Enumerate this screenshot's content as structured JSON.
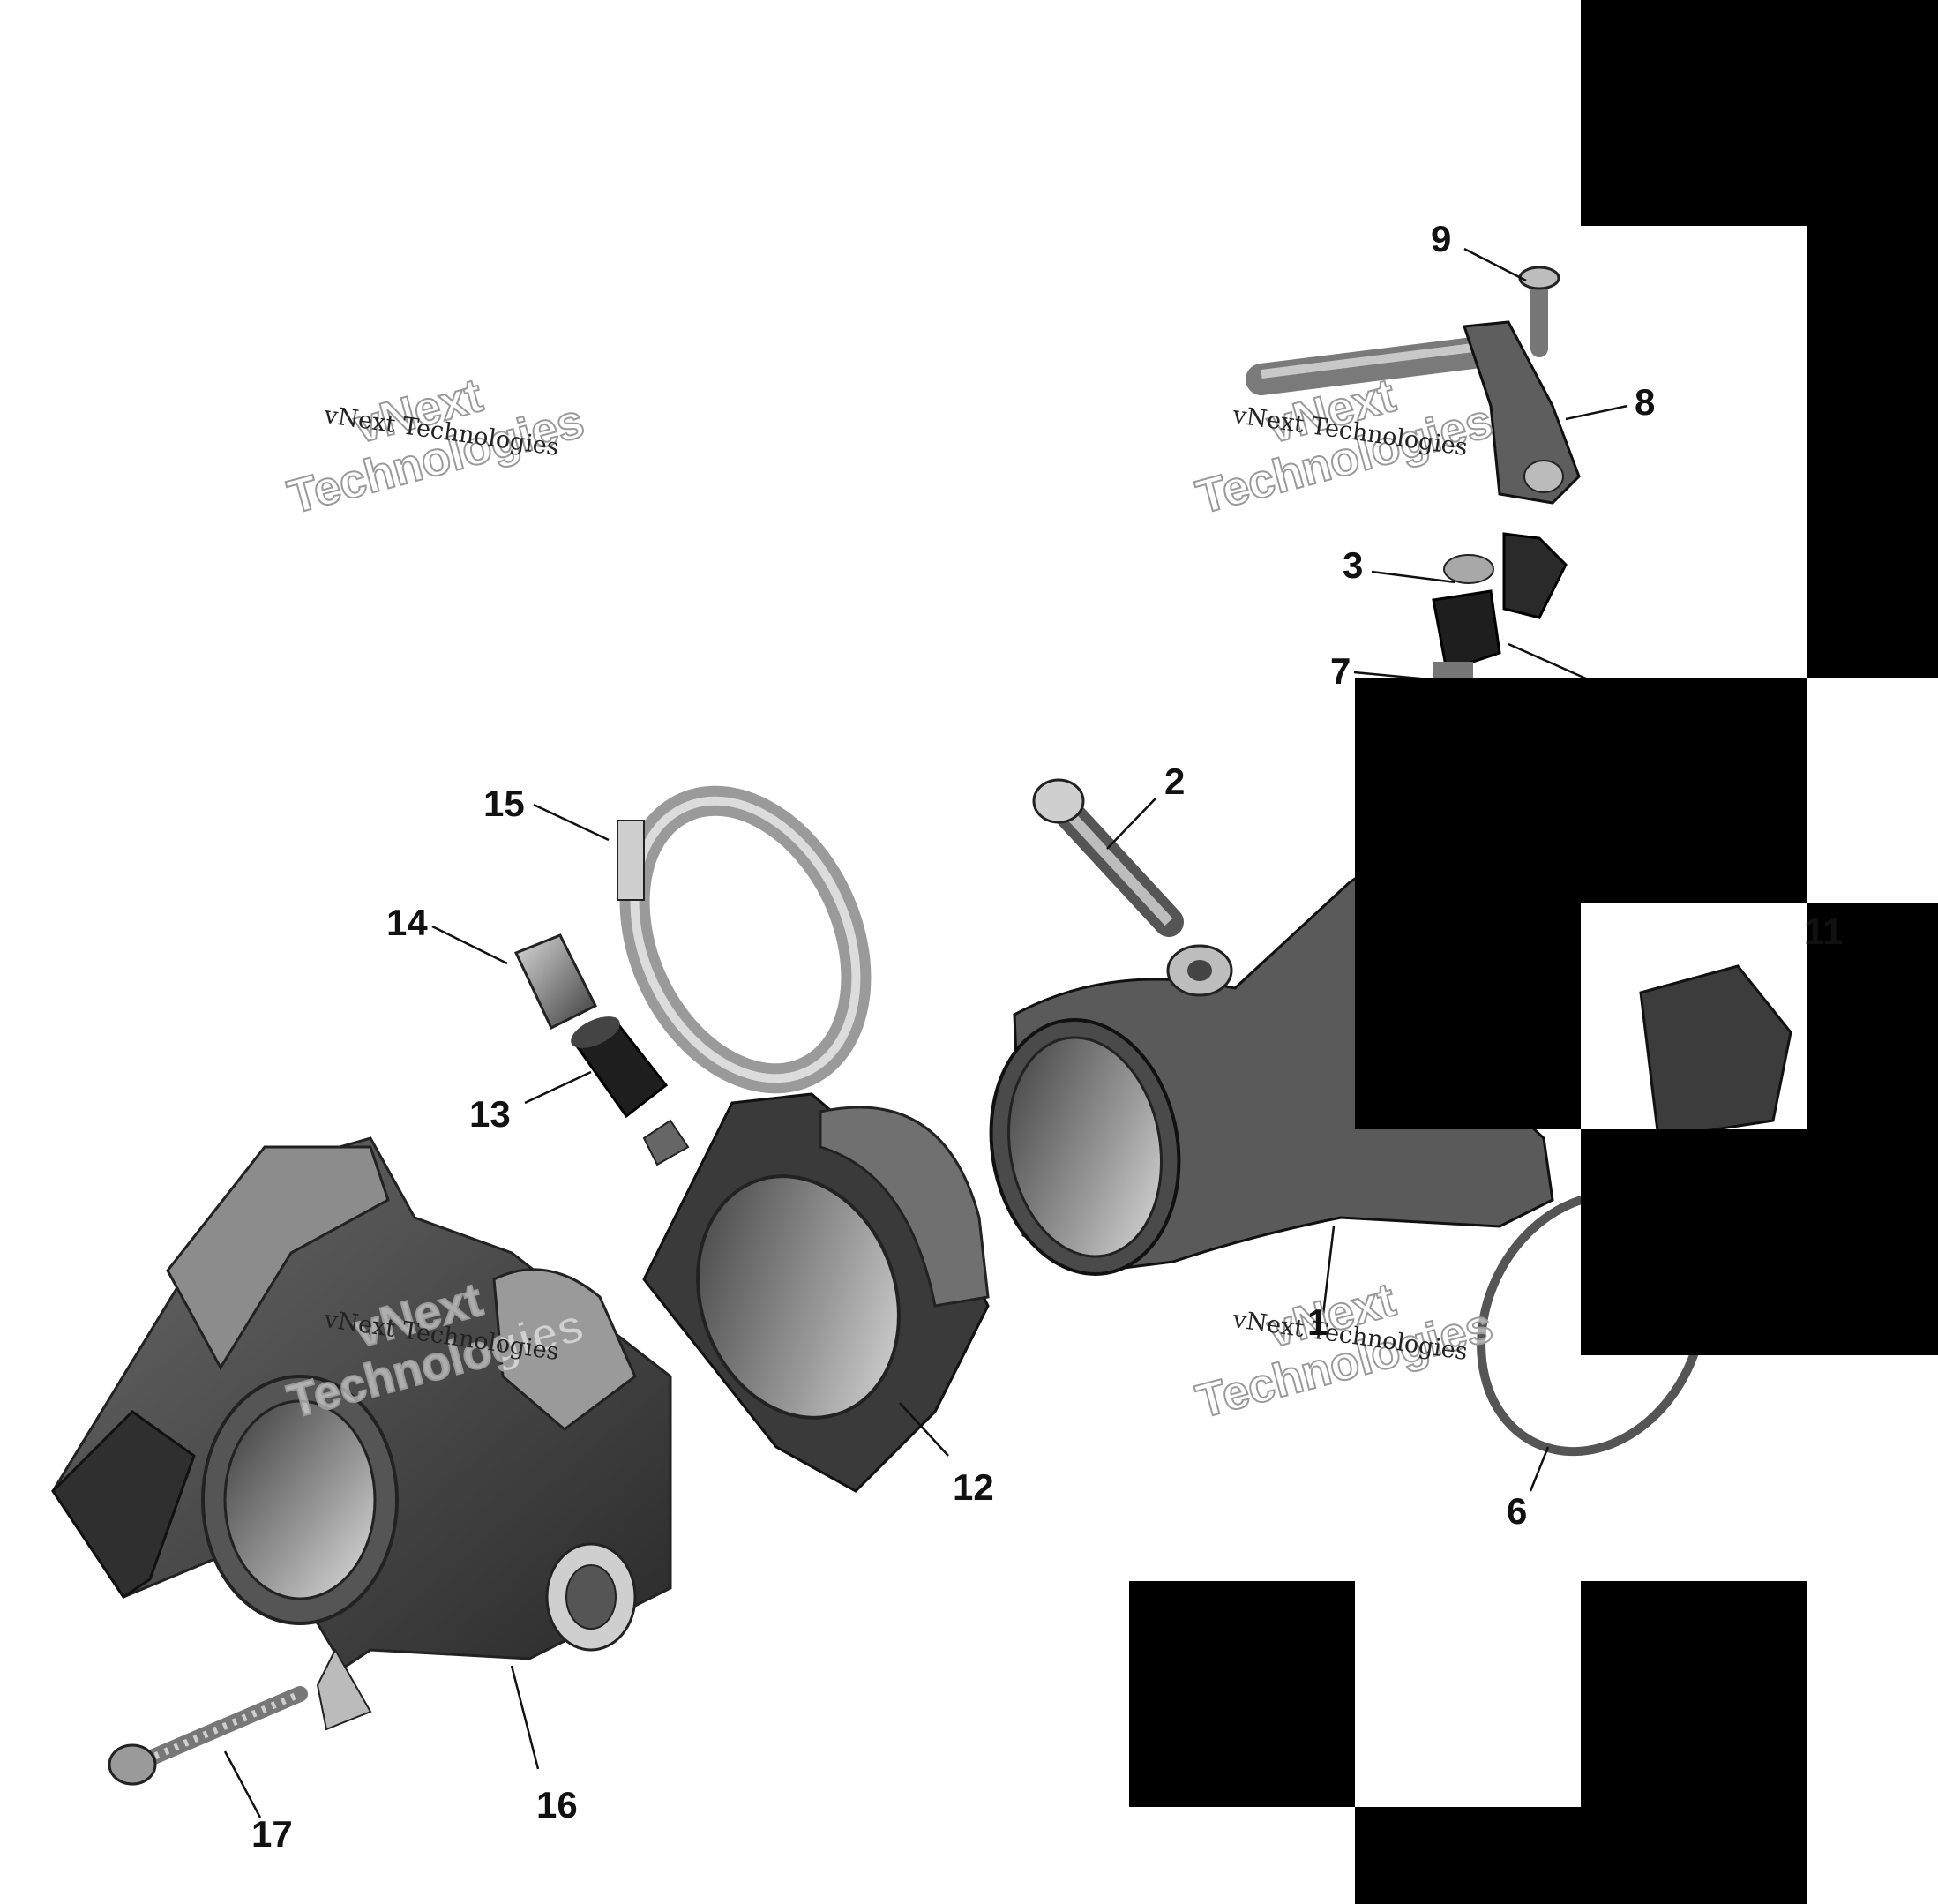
{
  "diagram": {
    "callouts": [
      "1",
      "2",
      "3",
      "6",
      "7",
      "8",
      "9",
      "11",
      "12",
      "13",
      "14",
      "15",
      "16",
      "17"
    ],
    "watermark": {
      "big_line1": "vNext",
      "big_line2": "Technologies",
      "small": "vNext Technologies"
    },
    "colors": {
      "background": "#ffffff",
      "redaction": "#000000",
      "part_dark": "#3a3a3a",
      "part_mid": "#6e6e6e",
      "part_light": "#b5b5b5",
      "leader": "#111111"
    }
  }
}
